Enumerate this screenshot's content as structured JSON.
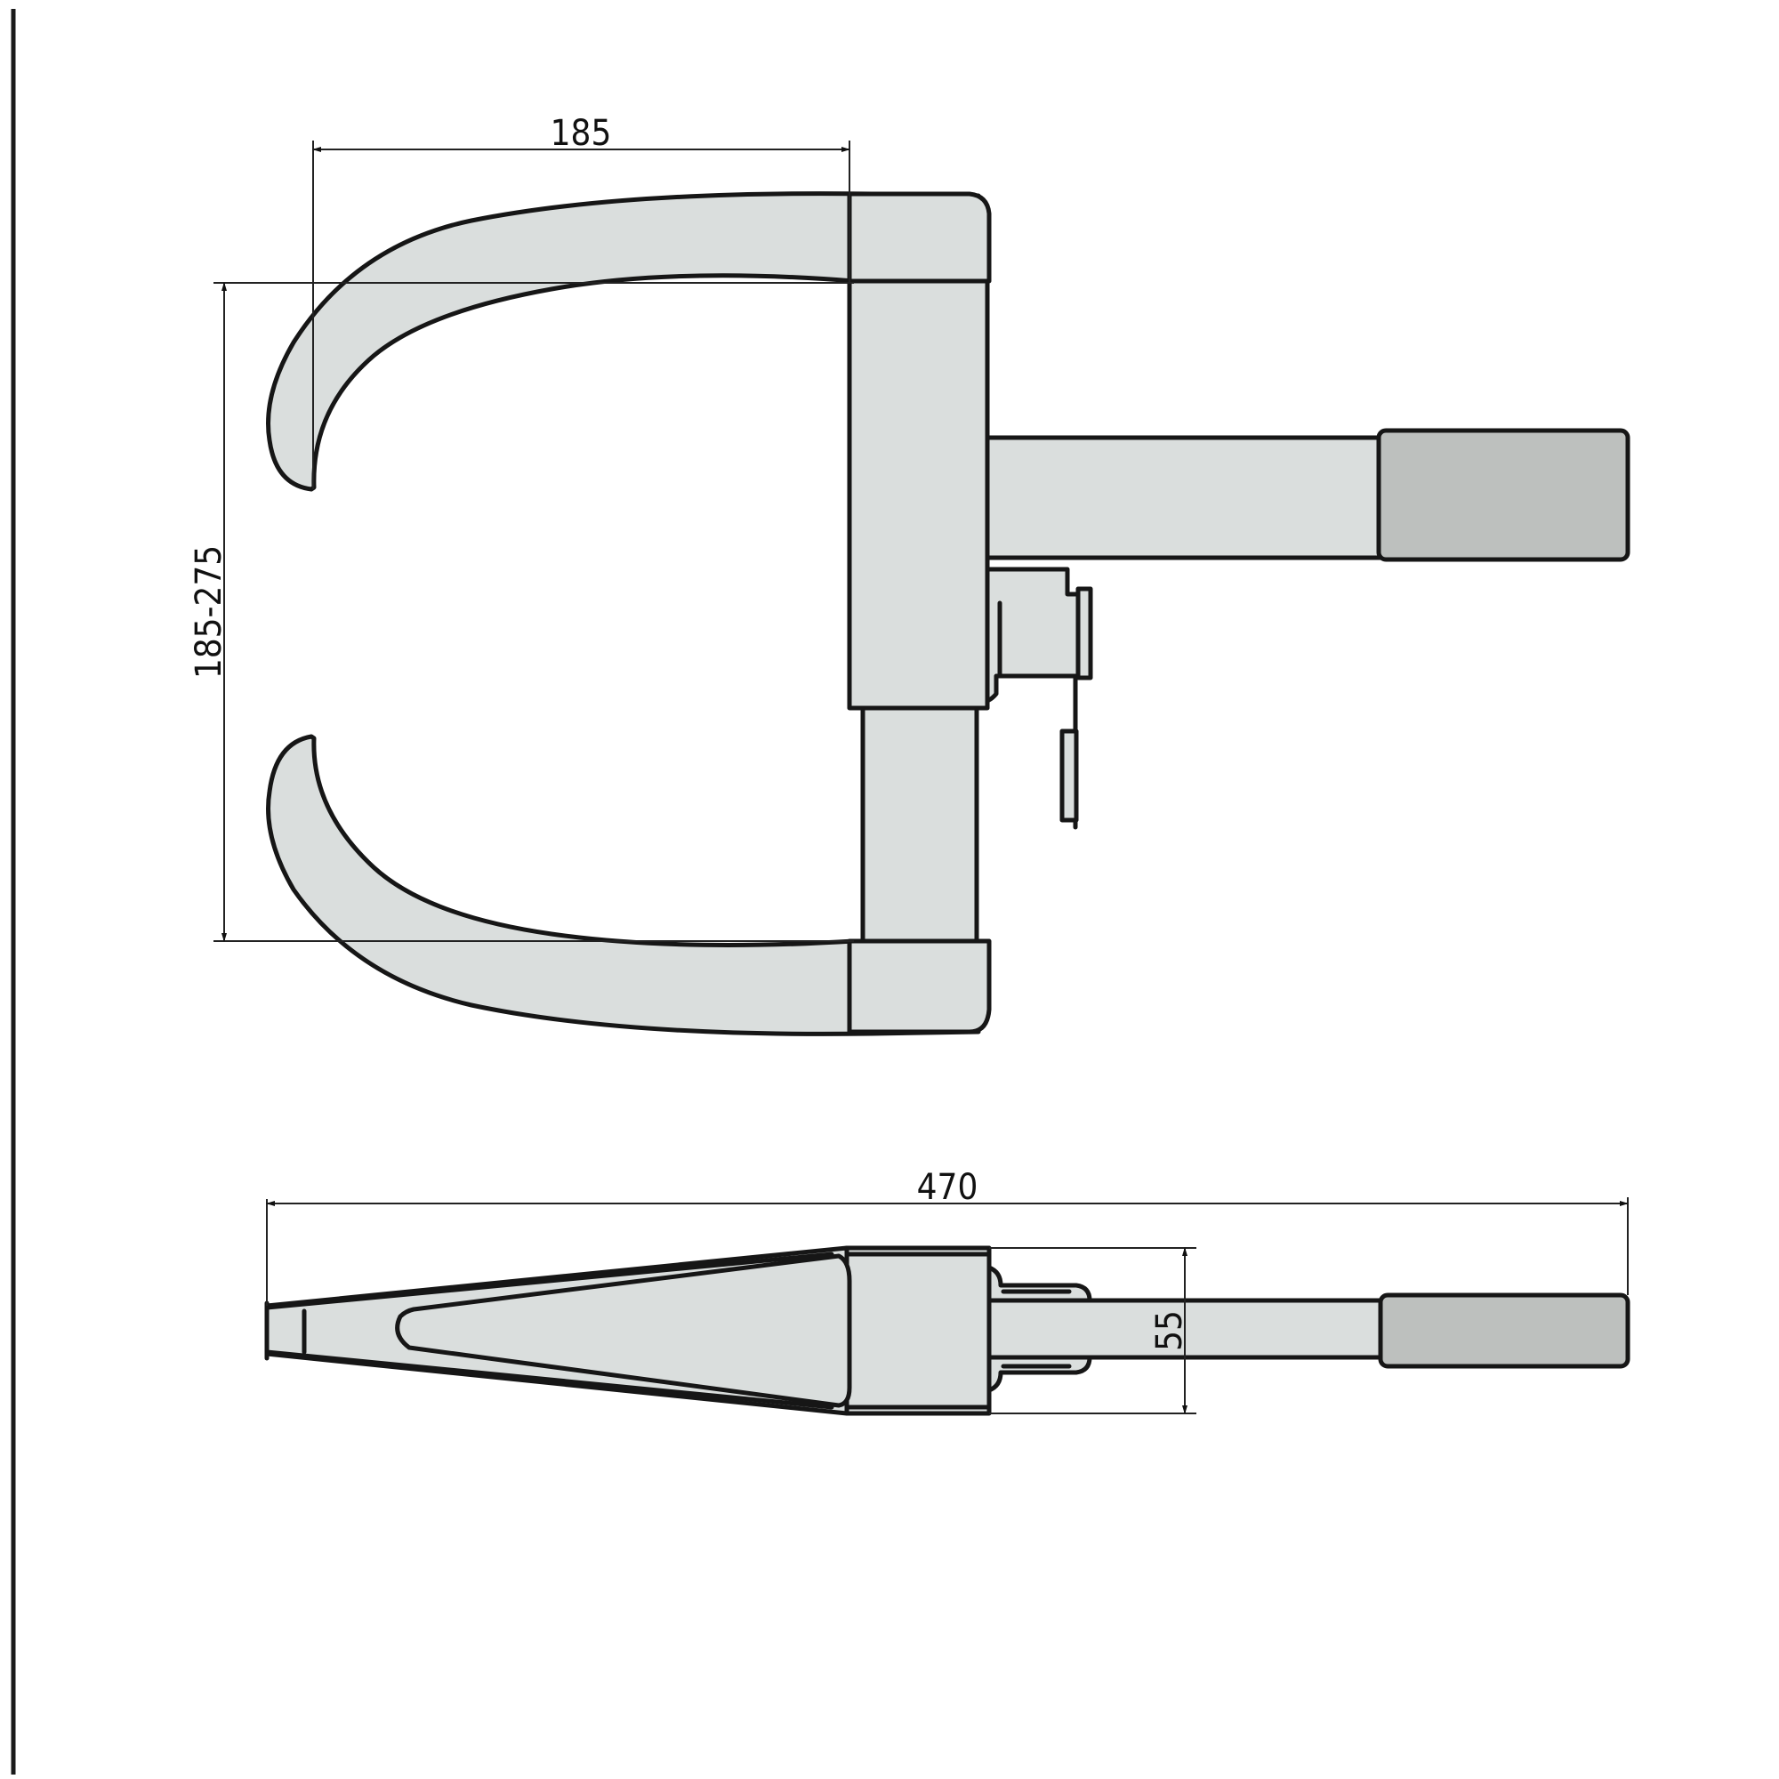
{
  "drawing": {
    "type": "technical-drawing",
    "subject": "lever handle set with key cylinder and bolt",
    "colors": {
      "body_fill": "#dadedd",
      "grip_fill": "#bdc0be",
      "outline": "#161616",
      "background": "#ffffff"
    },
    "views": {
      "front": {
        "dimensions": {
          "handle_projection": "185",
          "handle_spacing": "185-275"
        }
      },
      "top": {
        "dimensions": {
          "overall_length": "470",
          "body_depth": "55"
        }
      }
    }
  }
}
